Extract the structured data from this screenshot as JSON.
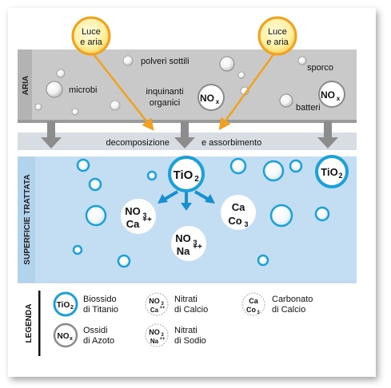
{
  "air": {
    "section_label": "ARIA",
    "labels": {
      "fine_dust": "polveri sottili",
      "microbes": "microbi",
      "organic_pollutants_line1": "inquinanti",
      "organic_pollutants_line2": "organici",
      "bacteria": "batteri",
      "dirt": "sporco"
    },
    "nox_main": "NO",
    "nox_sub": "x"
  },
  "light_callouts": [
    {
      "line1": "Luce",
      "line2": "e aria"
    },
    {
      "line1": "Luce",
      "line2": "e aria"
    }
  ],
  "process": {
    "decomposition": "decomposizione",
    "absorption": "e assorbimento"
  },
  "surface": {
    "section_label": "SUPERFICIE TRATTATA",
    "tio2_main": "TiO",
    "tio2_sub": "2",
    "nitrate_calcium": {
      "line1": "NO",
      "line1_sub": "3",
      "line2": "Ca",
      "line2_sup": "++"
    },
    "nitrate_sodium": {
      "line1": "NO",
      "line1_sub": "3",
      "line2": "Na",
      "line2_sup": "++"
    },
    "calcium_carbonate": {
      "line1": "Ca",
      "line2": "Co",
      "line2_sub": "3"
    }
  },
  "legend": {
    "title": "LEGENDA",
    "items": [
      {
        "line1": "Biossido",
        "line2": "di Titanio"
      },
      {
        "line1": "Nitrati",
        "line2": "di Calcio"
      },
      {
        "line1": "Carbonato",
        "line2": "di Calcio"
      },
      {
        "line1": "Ossidi",
        "line2": "di Azoto"
      },
      {
        "line1": "Nitrati",
        "line2": "di Sodio"
      }
    ]
  },
  "colors": {
    "air_band": "#c9c9c9",
    "process_band": "#d7dde3",
    "surface": "#c3def3",
    "tio2_ring": "#1ca0d8",
    "light_orange": "#f0a11f",
    "light_yellow": "#fff3a8",
    "arrow_gray": "#8c8c8c",
    "arrow_blue": "#1a8fd0",
    "legend_bar": "#111111"
  }
}
